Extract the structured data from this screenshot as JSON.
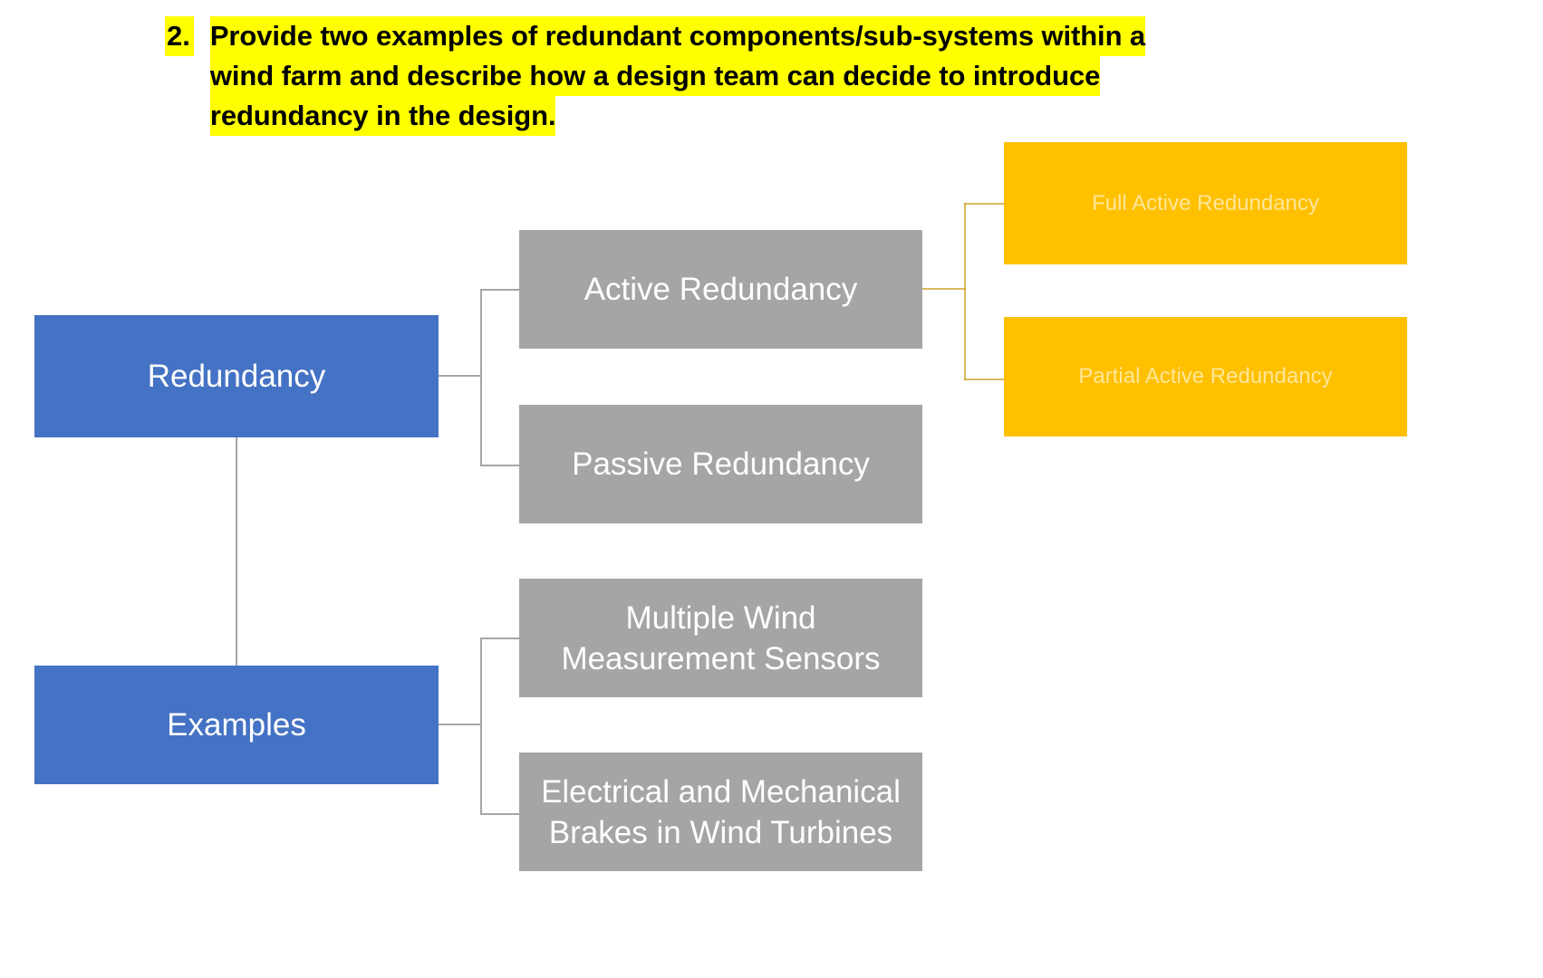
{
  "heading": {
    "number": "2.",
    "lines": [
      "Provide two examples of redundant components/sub-systems within a",
      "wind farm and describe how a design team can decide to introduce",
      "redundancy in the design."
    ],
    "full_text": "2. Provide two examples of redundant components/sub-systems within a wind farm and describe how a design team can decide to introduce redundancy in the design.",
    "highlight_color": "#FFFF00",
    "text_color": "#000000"
  },
  "colors": {
    "blue": "#4472C4",
    "gray": "#A5A5A5",
    "orange": "#FFC000",
    "orange_text": "#FFE699",
    "connector_gray": "#A6A6A6",
    "connector_gold": "#C9A227",
    "node_text": "#FFFFFF",
    "background": "#FFFFFF"
  },
  "diagram": {
    "type": "hierarchy-tree",
    "nodes": [
      {
        "id": "redundancy",
        "label": "Redundancy",
        "level": 1,
        "color": "#4472C4"
      },
      {
        "id": "examples",
        "label": "Examples",
        "level": 1,
        "color": "#4472C4"
      },
      {
        "id": "active",
        "label": "Active Redundancy",
        "level": 2,
        "color": "#A5A5A5",
        "parent": "redundancy"
      },
      {
        "id": "passive",
        "label": "Passive Redundancy",
        "level": 2,
        "color": "#A5A5A5",
        "parent": "redundancy"
      },
      {
        "id": "sensors",
        "label": "Multiple Wind\nMeasurement Sensors",
        "level": 2,
        "color": "#A5A5A5",
        "parent": "examples"
      },
      {
        "id": "brakes",
        "label": "Electrical and Mechanical\nBrakes in Wind Turbines",
        "level": 2,
        "color": "#A5A5A5",
        "parent": "examples"
      },
      {
        "id": "full-active",
        "label": "Full Active Redundancy",
        "level": 3,
        "color": "#FFC000",
        "parent": "active"
      },
      {
        "id": "partial-active",
        "label": "Partial Active Redundancy",
        "level": 3,
        "color": "#FFC000",
        "parent": "active"
      }
    ]
  }
}
